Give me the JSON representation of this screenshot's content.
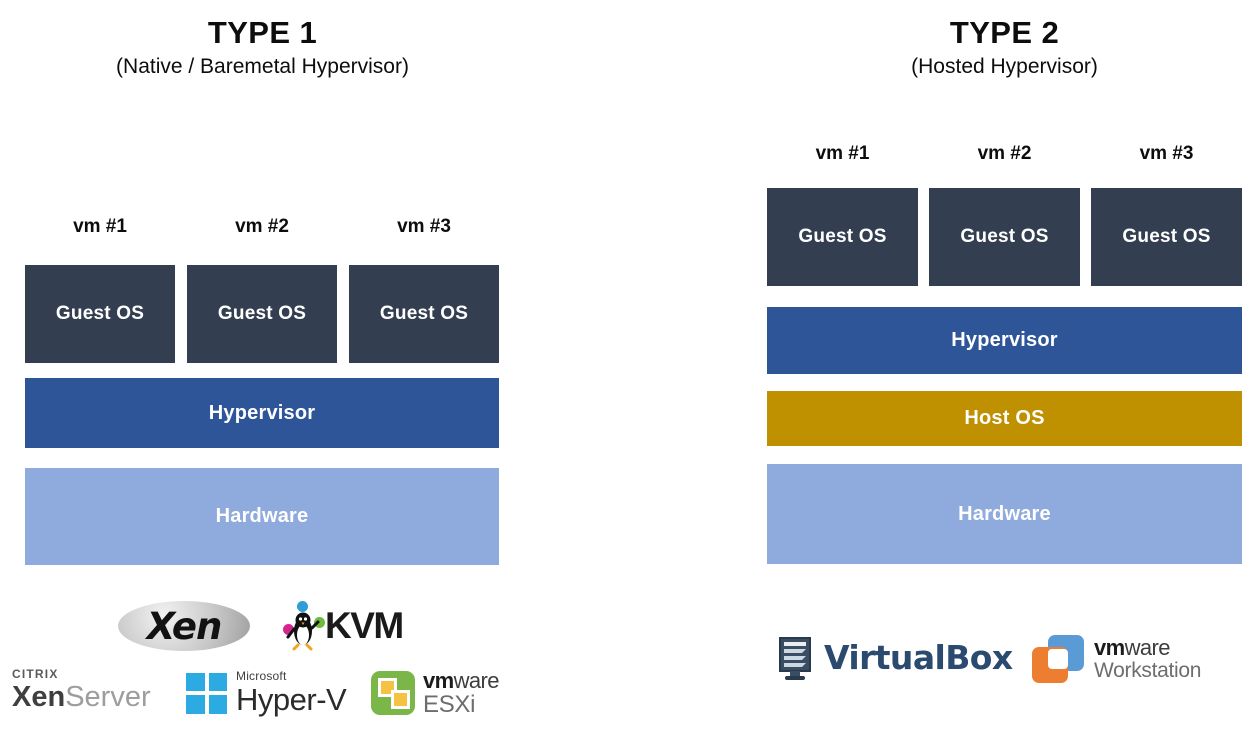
{
  "columns": [
    {
      "id": "type1",
      "title": "TYPE 1",
      "subtitle": "(Native / Baremetal Hypervisor)",
      "vm_labels": [
        "vm #1",
        "vm #2",
        "vm #3"
      ],
      "guest_label": "Guest OS",
      "layers": [
        {
          "label": "Hypervisor",
          "color": "#2e5597"
        },
        {
          "label": "Hardware",
          "color": "#8faadc"
        }
      ],
      "vendors": [
        {
          "name": "Xen",
          "text": "Xen"
        },
        {
          "name": "KVM",
          "text": "KVM"
        },
        {
          "name": "Citrix XenServer",
          "brand": "citrix",
          "part1": "Xen",
          "part2": "Server"
        },
        {
          "name": "Microsoft Hyper-V",
          "brand": "Microsoft",
          "product": "Hyper-V"
        },
        {
          "name": "VMware ESXi",
          "brand_bold": "vm",
          "brand_light": "ware",
          "product": "ESXi"
        }
      ]
    },
    {
      "id": "type2",
      "title": "TYPE 2",
      "subtitle": "(Hosted Hypervisor)",
      "vm_labels": [
        "vm #1",
        "vm #2",
        "vm #3"
      ],
      "guest_label": "Guest OS",
      "layers": [
        {
          "label": "Hypervisor",
          "color": "#2e5597"
        },
        {
          "label": "Host OS",
          "color": "#bf9000"
        },
        {
          "label": "Hardware",
          "color": "#8faadc"
        }
      ],
      "vendors": [
        {
          "name": "VirtualBox",
          "text": "VirtualBox"
        },
        {
          "name": "VMware Workstation",
          "brand_bold": "vm",
          "brand_light": "ware",
          "product": "Workstation"
        }
      ]
    }
  ],
  "colors": {
    "guest_os": "#333f50",
    "hypervisor": "#2e5597",
    "host_os": "#bf9000",
    "hardware": "#8faadc",
    "text_dark": "#0d0d0d",
    "background": "#ffffff"
  }
}
